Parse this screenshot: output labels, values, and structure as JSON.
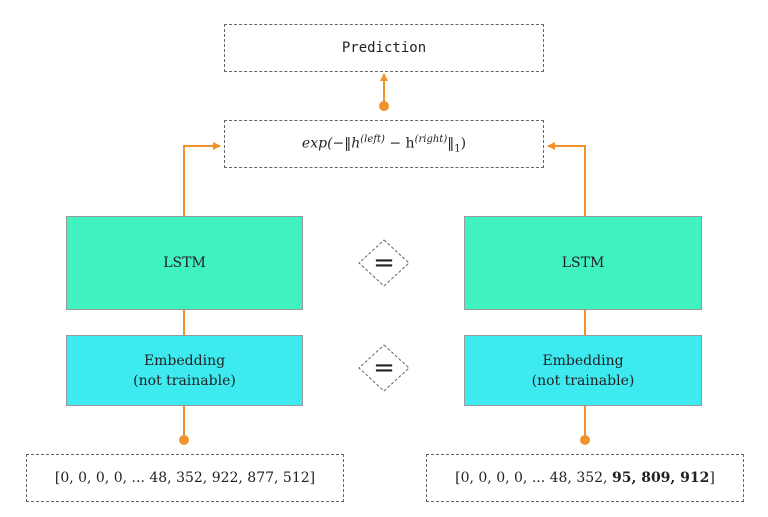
{
  "prediction": {
    "label": "Prediction"
  },
  "distance": {
    "prefix": "exp(−‖h",
    "sup_left": "(left)",
    "minus": " − h",
    "sup_right": "(right)",
    "suffix": "‖",
    "subscript": "1",
    "close": ")"
  },
  "left": {
    "lstm_label": "LSTM",
    "embedding_line1": "Embedding",
    "embedding_line2": "(not trainable)",
    "sequence_prefix": "[0, 0, 0, 0, ... 48, 352, 922, 877, 512]"
  },
  "right": {
    "lstm_label": "LSTM",
    "embedding_line1": "Embedding",
    "embedding_line2": "(not trainable)",
    "sequence_prefix": "[0, 0, 0, 0, ... 48, 352, ",
    "sequence_bold": "95, 809, 912",
    "sequence_suffix": "]"
  },
  "shared_weights": {
    "symbol_top": "=",
    "symbol_bottom": "="
  },
  "colors": {
    "arrow": "#f0932b",
    "lstm_fill": "#3ff2c0",
    "embedding_fill": "#3deaf0",
    "box_border": "#666666"
  }
}
